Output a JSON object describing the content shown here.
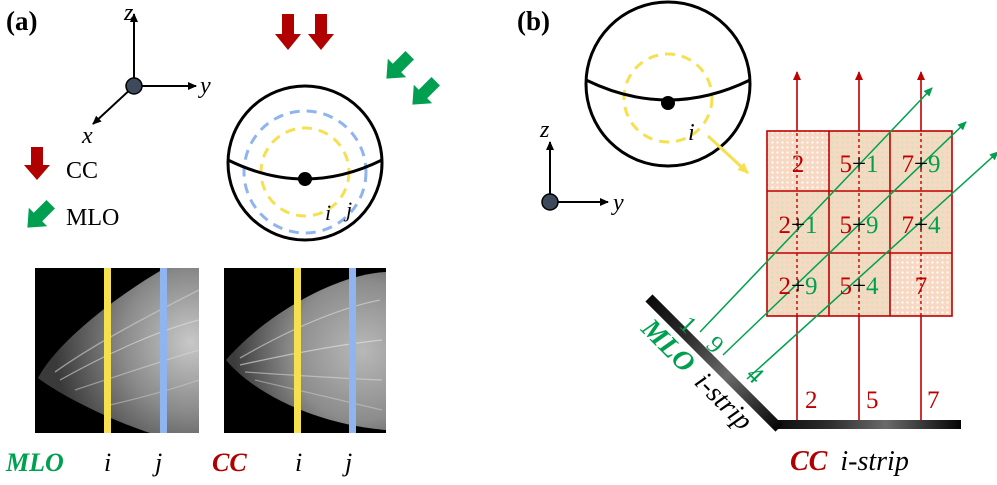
{
  "panel_a": {
    "label": "(a)",
    "axes": {
      "z": "z",
      "y": "y",
      "x": "x"
    },
    "legend": {
      "cc": "CC",
      "mlo": "MLO"
    },
    "sphere_labels": {
      "i": "i",
      "j": "j"
    },
    "image_labels": {
      "mlo": "MLO",
      "cc": "CC",
      "i1": "i",
      "j1": "j",
      "i2": "i",
      "j2": "j"
    }
  },
  "panel_b": {
    "label": "(b)",
    "axes": {
      "z": "z",
      "y": "y"
    },
    "sphere_label": "i",
    "grid": [
      [
        "2",
        "5+1",
        "7+9"
      ],
      [
        "2+1",
        "5+9",
        "7+4"
      ],
      [
        "2+9",
        "5+4",
        "7"
      ]
    ],
    "cc_values": [
      "2",
      "5",
      "7"
    ],
    "mlo_values": [
      "1",
      "9",
      "4"
    ],
    "mlo_strip_label": {
      "bold": "MLO",
      "italic": "i-strip"
    },
    "cc_strip_label": {
      "bold": "CC",
      "italic": "i-strip"
    }
  },
  "colors": {
    "red": "#c00000",
    "green": "#00a050",
    "yellow": "#f5e050",
    "blue": "#8fb4f0",
    "node": "#3c4a5c",
    "cell_fill": "#f7d8c2"
  }
}
